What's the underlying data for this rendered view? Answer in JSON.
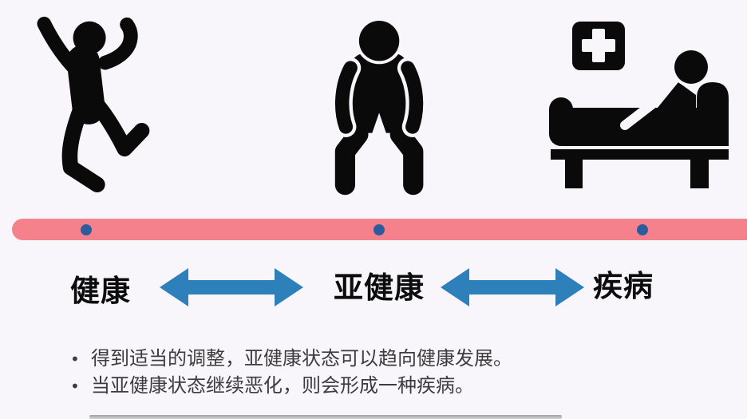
{
  "page": {
    "background_color": "#f8f6fa",
    "description": "Health spectrum diagram: healthy to sub-health to disease"
  },
  "timeline": {
    "bar_color": "#f5818c",
    "dot_color": "#2d5c9e",
    "dot_count": 3
  },
  "stages": [
    {
      "label": "健康",
      "icon": "jumping-person-icon"
    },
    {
      "label": "亚健康",
      "icon": "exhausted-person-icon"
    },
    {
      "label": "疾病",
      "icon": "hospital-bed-icon"
    }
  ],
  "arrows": {
    "color": "#2e80bb",
    "type": "double-headed",
    "count": 2
  },
  "notes": {
    "bullet_char": "•",
    "items": [
      "得到适当的调整，亚健康状态可以趋向健康发展。",
      "当亚健康状态继续恶化，则会形成一种疾病。"
    ]
  }
}
